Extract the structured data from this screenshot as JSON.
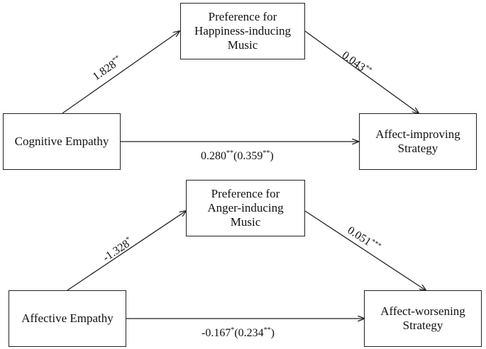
{
  "top": {
    "mediator": {
      "lines": [
        "Preference for",
        "Happiness-inducing",
        "Music"
      ]
    },
    "predictor": {
      "label": "Cognitive Empathy"
    },
    "outcome": {
      "lines": [
        "Affect-improving",
        "Strategy"
      ]
    },
    "path_a": {
      "value": "1.828",
      "sig": "**"
    },
    "path_b": {
      "value": "0.043",
      "sig": "**"
    },
    "path_c": {
      "value": "0.280",
      "sig": "**",
      "total_value": "0.359",
      "total_sig": "**"
    }
  },
  "bottom": {
    "mediator": {
      "lines": [
        "Preference for",
        "Anger-inducing",
        "Music"
      ]
    },
    "predictor": {
      "label": "Affective Empathy"
    },
    "outcome": {
      "lines": [
        "Affect-worsening",
        "Strategy"
      ]
    },
    "path_a": {
      "value": "-1.328",
      "sig": "*"
    },
    "path_b": {
      "value": "0.051",
      "sig": "***"
    },
    "path_c": {
      "value": "-0.167",
      "sig": "*",
      "total_value": "0.234",
      "total_sig": "**"
    }
  }
}
